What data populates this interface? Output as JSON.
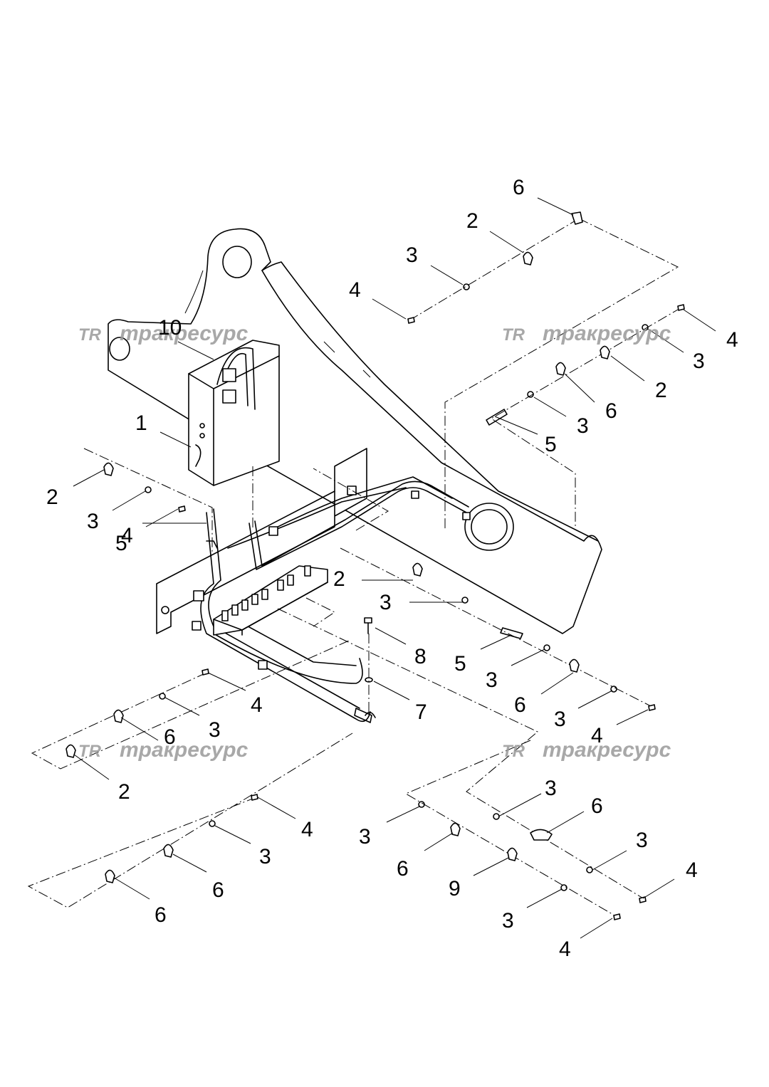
{
  "watermark": {
    "brand": "тракресурс",
    "logo": "TR"
  },
  "callouts": [
    {
      "id": "c1",
      "text": "1"
    },
    {
      "id": "c2",
      "text": "2"
    },
    {
      "id": "c3",
      "text": "3"
    },
    {
      "id": "c4",
      "text": "4"
    },
    {
      "id": "c5",
      "text": "5"
    },
    {
      "id": "c6",
      "text": "6"
    },
    {
      "id": "c7",
      "text": "7"
    },
    {
      "id": "c8",
      "text": "8"
    },
    {
      "id": "c9",
      "text": "9"
    },
    {
      "id": "c10",
      "text": "10"
    }
  ]
}
